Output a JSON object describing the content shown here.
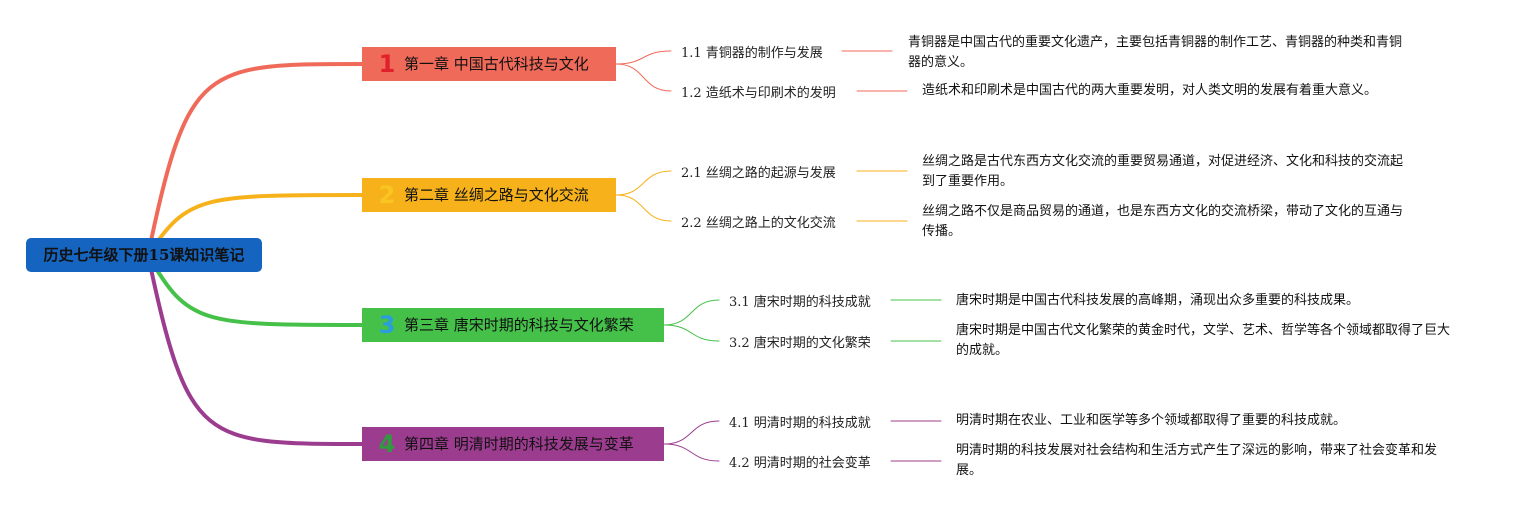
{
  "root": {
    "title": "历史七年级下册15课知识笔记",
    "color": "#1565c0"
  },
  "chapters": [
    {
      "num": "1",
      "title": "第一章 中国古代科技与文化",
      "color": "#f06a5a",
      "num_color": "#e0202a",
      "subs": [
        {
          "label": "1.1 青铜器的制作与发展",
          "desc": "青铜器是中国古代的重要文化遗产，主要包括青铜器的制作工艺、青铜器的种类和青铜器的意义。"
        },
        {
          "label": "1.2 造纸术与印刷术的发明",
          "desc": "造纸术和印刷术是中国古代的两大重要发明，对人类文明的发展有着重大意义。"
        }
      ]
    },
    {
      "num": "2",
      "title": "第二章 丝绸之路与文化交流",
      "color": "#f7b21b",
      "num_color": "#f9c520",
      "subs": [
        {
          "label": "2.1 丝绸之路的起源与发展",
          "desc": "丝绸之路是古代东西方文化交流的重要贸易通道，对促进经济、文化和科技的交流起到了重要作用。"
        },
        {
          "label": "2.2 丝绸之路上的文化交流",
          "desc": "丝绸之路不仅是商品贸易的通道，也是东西方文化的交流桥梁，带动了文化的互通与传播。"
        }
      ]
    },
    {
      "num": "3",
      "title": "第三章 唐宋时期的科技与文化繁荣",
      "color": "#45c14a",
      "num_color": "#2a9de0",
      "subs": [
        {
          "label": "3.1 唐宋时期的科技成就",
          "desc": "唐宋时期是中国古代科技发展的高峰期，涌现出众多重要的科技成果。"
        },
        {
          "label": "3.2 唐宋时期的文化繁荣",
          "desc": "唐宋时期是中国古代文化繁荣的黄金时代，文学、艺术、哲学等各个领域都取得了巨大的成就。"
        }
      ]
    },
    {
      "num": "4",
      "title": "第四章 明清时期的科技发展与变革",
      "color": "#9c3c8f",
      "num_color": "#2f9a3e",
      "subs": [
        {
          "label": "4.1 明清时期的科技成就",
          "desc": "明清时期在农业、工业和医学等多个领域都取得了重要的科技成就。"
        },
        {
          "label": "4.2 明清时期的社会变革",
          "desc": "明清时期的科技发展对社会结构和生活方式产生了深远的影响，带来了社会变革和发展。"
        }
      ]
    }
  ]
}
